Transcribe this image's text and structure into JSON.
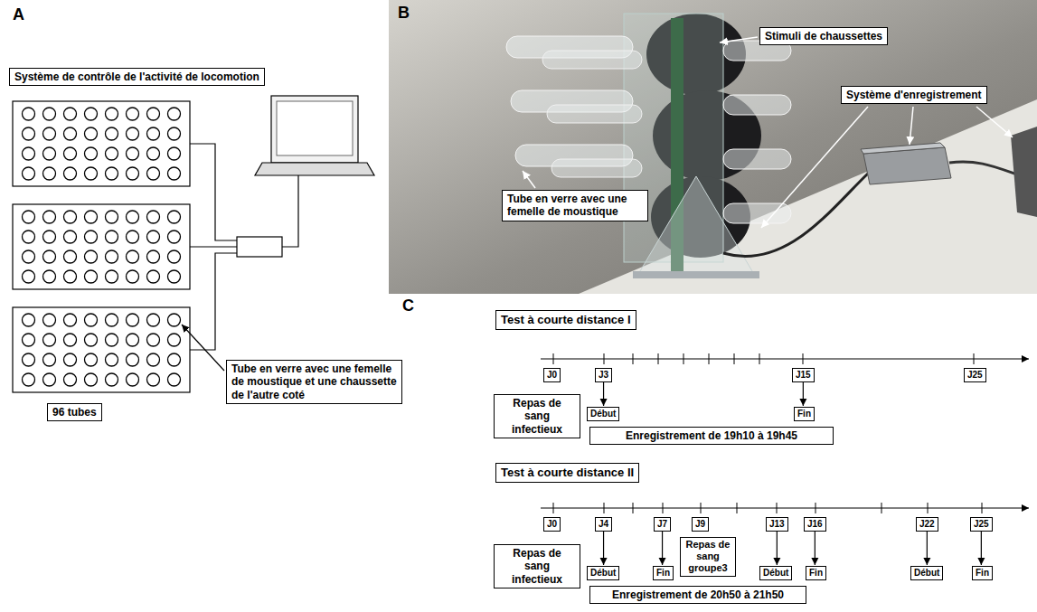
{
  "diagram": {
    "nodes": [
      {
        "text": [
          "Système de contrôle de l'activité de locomotion"
        ]
      },
      {
        "text": [
          "Tube en verre avec une femelle de moustique et une chaussette de l'autre coté"
        ]
      },
      {
        "text": [
          "96 tubes"
        ]
      },
      {
        "text": [
          "Stimuli de chaussettes"
        ]
      },
      {
        "text": [
          "Système d'enregistrement"
        ]
      },
      {
        "text": [
          "Tube en verre avec une femelle de moustique"
        ]
      },
      {
        "text": [
          "Test à courte distance I"
        ]
      },
      {
        "text": [
          "J0"
        ]
      },
      {
        "text": [
          "J3"
        ]
      },
      {
        "text": [
          "J15"
        ]
      },
      {
        "text": [
          "J25"
        ]
      },
      {
        "text": [
          "Repas de sang infectieux"
        ]
      },
      {
        "text": [
          "Début"
        ]
      },
      {
        "text": [
          "Fin"
        ]
      },
      {
        "text": [
          "Enregistrement de 19h10 à 19h45"
        ]
      },
      {
        "text": [
          "Test à courte distance II"
        ]
      },
      {
        "text": [
          "J0"
        ]
      },
      {
        "text": [
          "J4"
        ]
      },
      {
        "text": [
          "J7"
        ]
      },
      {
        "text": [
          "J9"
        ]
      },
      {
        "text": [
          "J13"
        ]
      },
      {
        "text": [
          "J16"
        ]
      },
      {
        "text": [
          "J22"
        ]
      },
      {
        "text": [
          "J25"
        ]
      },
      {
        "text": [
          "Repas de sang groupe3"
        ]
      },
      {
        "text": [
          "Repas de sang infectieux"
        ]
      },
      {
        "text": [
          "Début"
        ]
      },
      {
        "text": [
          "Fin"
        ]
      },
      {
        "text": [
          "Début"
        ]
      },
      {
        "text": [
          "Fin"
        ]
      },
      {
        "text": [
          "Début"
        ]
      },
      {
        "text": [
          "Fin"
        ]
      },
      {
        "text": [
          "Enregistrement de 20h50 à 21h50"
        ]
      }
    ],
    "edges": [
      {
        "from": 8,
        "to": 12,
        "arrow": "to"
      },
      {
        "from": 9,
        "to": 13,
        "arrow": "to"
      },
      {
        "from": 17,
        "to": 26,
        "arrow": "to"
      },
      {
        "from": 18,
        "to": 27,
        "arrow": "to"
      },
      {
        "from": 20,
        "to": 28,
        "arrow": "to"
      },
      {
        "from": 21,
        "to": 29,
        "arrow": "to"
      },
      {
        "from": 22,
        "to": 30,
        "arrow": "to"
      },
      {
        "from": 23,
        "to": 31,
        "arrow": "to"
      }
    ],
    "labels": [
      "A",
      "B",
      "C"
    ]
  }
}
